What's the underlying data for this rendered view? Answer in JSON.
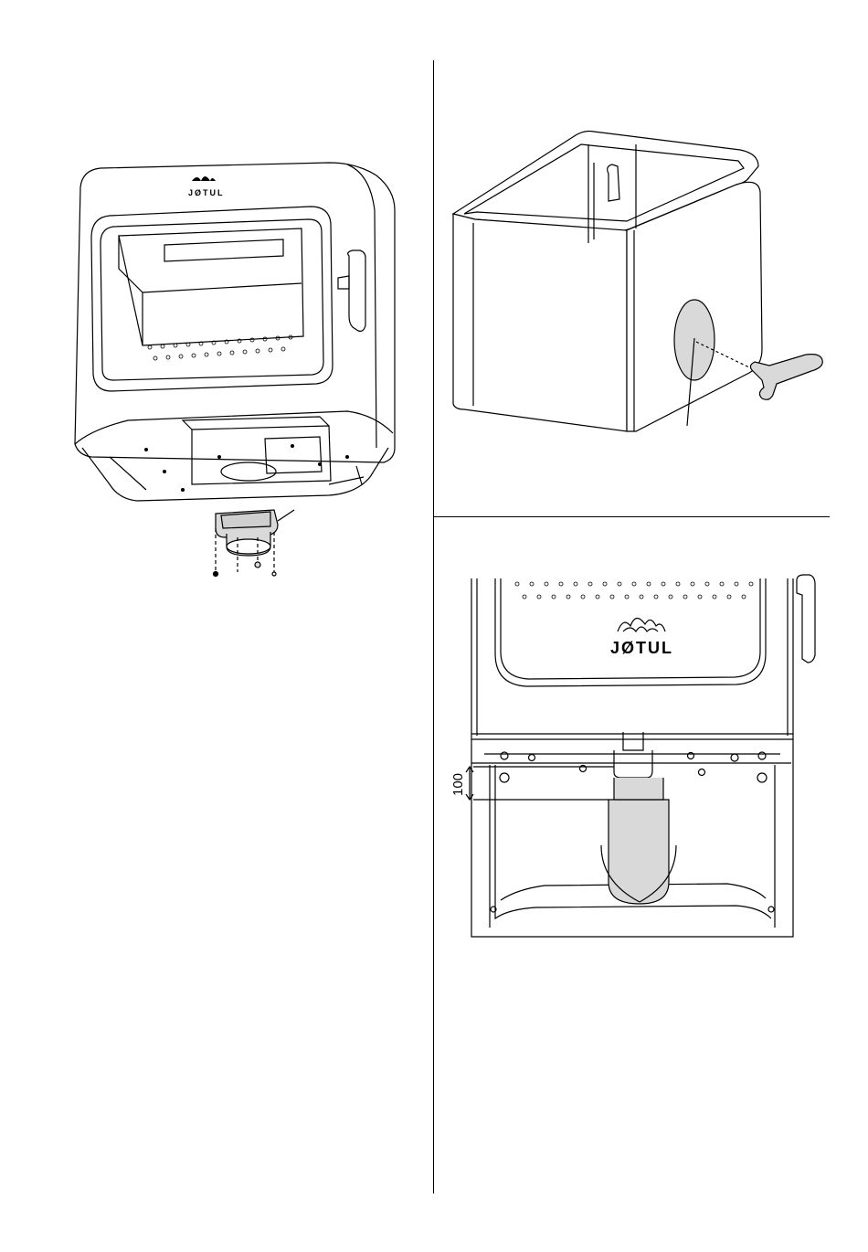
{
  "figures": {
    "stove_top": {
      "brand": "JØTUL"
    },
    "stove_front": {
      "brand": "JØTUL",
      "dimension_label": "100"
    }
  },
  "colors": {
    "line": "#000000",
    "fill_part": "#d9d9d9",
    "fill_panel": "#ececec"
  }
}
